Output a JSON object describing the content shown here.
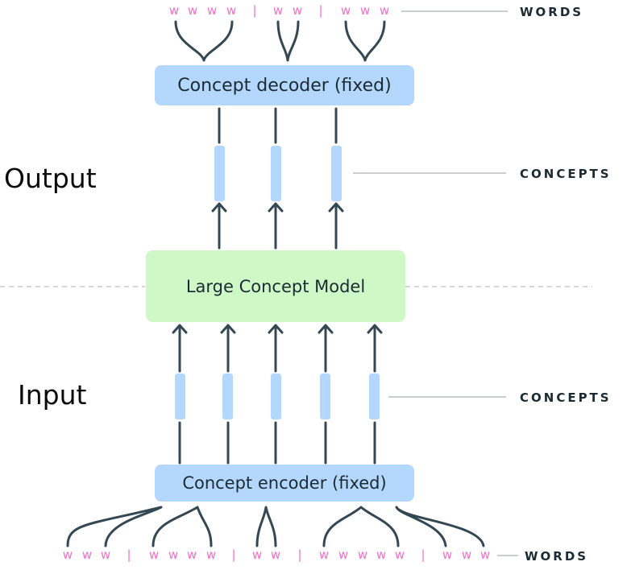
{
  "labels": {
    "output": "Output",
    "input": "Input"
  },
  "boxes": {
    "decoder": "Concept decoder (fixed)",
    "model": "Large Concept Model",
    "encoder": "Concept encoder (fixed)"
  },
  "tags": {
    "top_words": "WORDS",
    "top_concepts": "CONCEPTS",
    "bottom_concepts": "CONCEPTS",
    "bottom_words": "WORDS"
  },
  "top_words": [
    "w",
    "w",
    "w",
    "w",
    "|",
    "w",
    "w",
    "|",
    "w",
    "w",
    "w"
  ],
  "bottom_words": [
    "w",
    "w",
    "w",
    "|",
    "w",
    "w",
    "w",
    "w",
    "|",
    "w",
    "w",
    "|",
    "w",
    "w",
    "w",
    "w",
    "w",
    "|",
    "w",
    "w",
    "w"
  ],
  "counts": {
    "output_concepts": 3,
    "input_concepts": 5
  },
  "colors": {
    "word": "#f36fc9",
    "concept": "#b3d7fd",
    "model": "#cff8c7",
    "line": "#344854",
    "text": "#1c2b33"
  }
}
